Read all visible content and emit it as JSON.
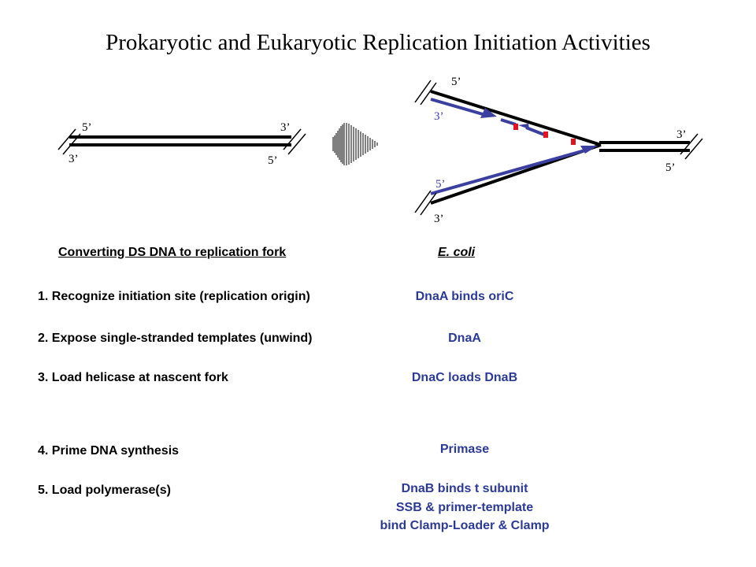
{
  "title": "Prokaryotic and Eukaryotic Replication Initiation Activities",
  "ds_dna_labels": {
    "top_left": "5’",
    "bottom_left": "3’",
    "top_right": "3’",
    "bottom_right": "5’"
  },
  "fork_labels": {
    "top_outer": "5’",
    "top_inner": "3’",
    "bottom_inner": "5’",
    "bottom_outer": "3’",
    "right_top": "3’",
    "right_bottom": "5’"
  },
  "headers": {
    "left": "Converting DS DNA to replication fork",
    "right": "E. coli"
  },
  "steps": [
    {
      "label": "1. Recognize initiation site (replication origin)",
      "ecoli": [
        "DnaA binds oriC"
      ]
    },
    {
      "label": "2. Expose single-stranded templates (unwind)",
      "ecoli": [
        "DnaA"
      ]
    },
    {
      "label": "3. Load helicase at nascent fork",
      "ecoli": [
        "DnaC loads DnaB"
      ]
    },
    {
      "label": "4. Prime DNA synthesis",
      "ecoli": [
        "Primase"
      ]
    },
    {
      "label": "5. Load polymerase(s)",
      "ecoli": [
        "DnaB binds t subunit",
        "SSB & primer-template",
        "bind Clamp-Loader & Clamp"
      ]
    }
  ],
  "colors": {
    "strand": "#000000",
    "new_strand": "#3b3fa0",
    "primer": "#e0141c",
    "ecoli_text": "#2b3a96"
  }
}
